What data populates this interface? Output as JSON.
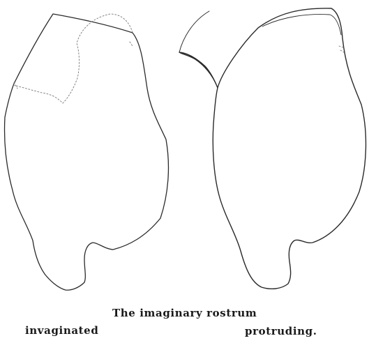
{
  "caption": {
    "title": "The imaginary rostrum",
    "left_label": "invaginated",
    "right_label": "protruding."
  }
}
